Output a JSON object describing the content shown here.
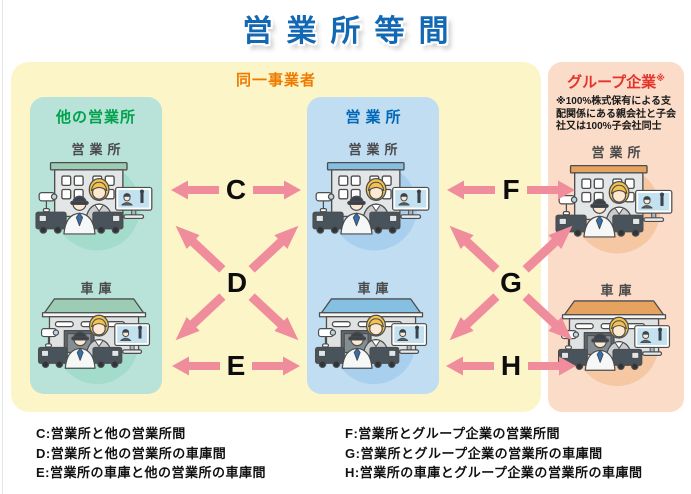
{
  "title": "営業所等間",
  "main_panel": {
    "label": "同一事業者",
    "columns": [
      {
        "header": "他の営業所",
        "office_label": "営業所",
        "garage_label": "車庫"
      },
      {
        "header": "営業所",
        "office_label": "営業所",
        "garage_label": "車庫"
      }
    ]
  },
  "group_panel": {
    "header": "グループ企業",
    "note_mark": "※",
    "note": "※100%株式保有による支配関係にある親会社と子会社又は100%子会社同士",
    "office_label": "営業所",
    "garage_label": "車庫"
  },
  "connectors": {
    "c": "C",
    "d": "D",
    "e": "E",
    "f": "F",
    "g": "G",
    "h": "H"
  },
  "legend": {
    "left": [
      "C:営業所と他の営業所間",
      "D:営業所と他の営業所の車庫間",
      "E:営業所の車庫と他の営業所の車庫間"
    ],
    "right": [
      "F:営業所とグループ企業の営業所間",
      "G:営業所とグループ企業の営業所の車庫間",
      "H:営業所の車庫とグループ企業の営業所の車庫間"
    ]
  },
  "colors": {
    "title_blue": "#1268b3",
    "same_operator_orange": "#ef7a00",
    "other_office_green": "#00a24d",
    "office_blue": "#0068b7",
    "group_red": "#e5332a",
    "panel_yellow": "#fcf5c8",
    "panel_peach": "#fadcc9",
    "box_teal": "#b9e3d9",
    "box_blue": "#c0ddf2",
    "arrow_pink": "#f08d9c"
  }
}
